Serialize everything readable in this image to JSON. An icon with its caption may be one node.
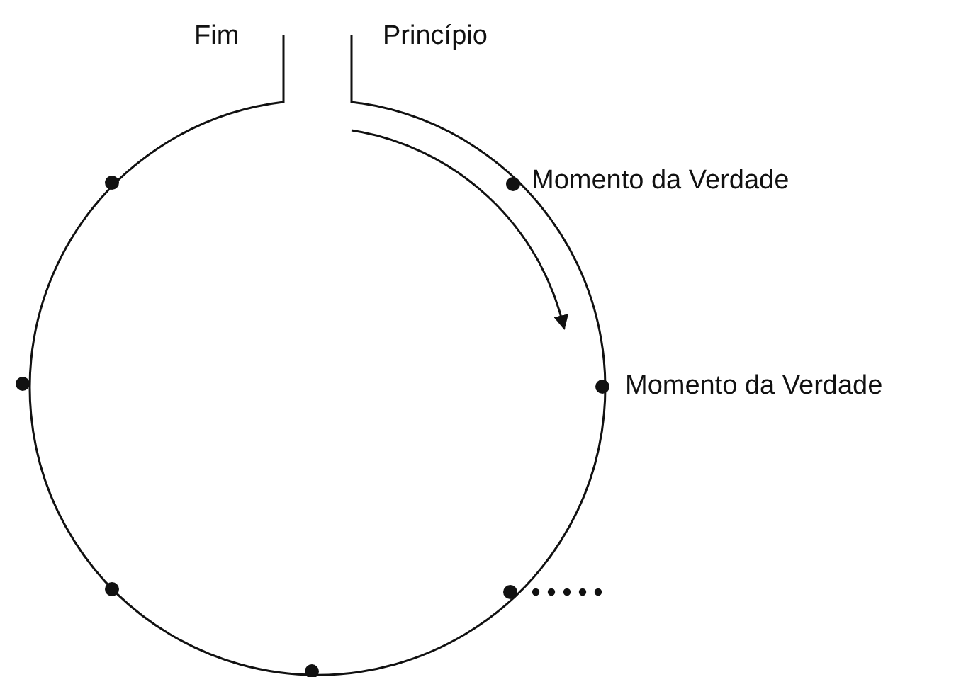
{
  "diagram": {
    "labels": [
      "Fim",
      "Princípio",
      "Momento da Verdade",
      "Momento da Verdade"
    ]
  }
}
